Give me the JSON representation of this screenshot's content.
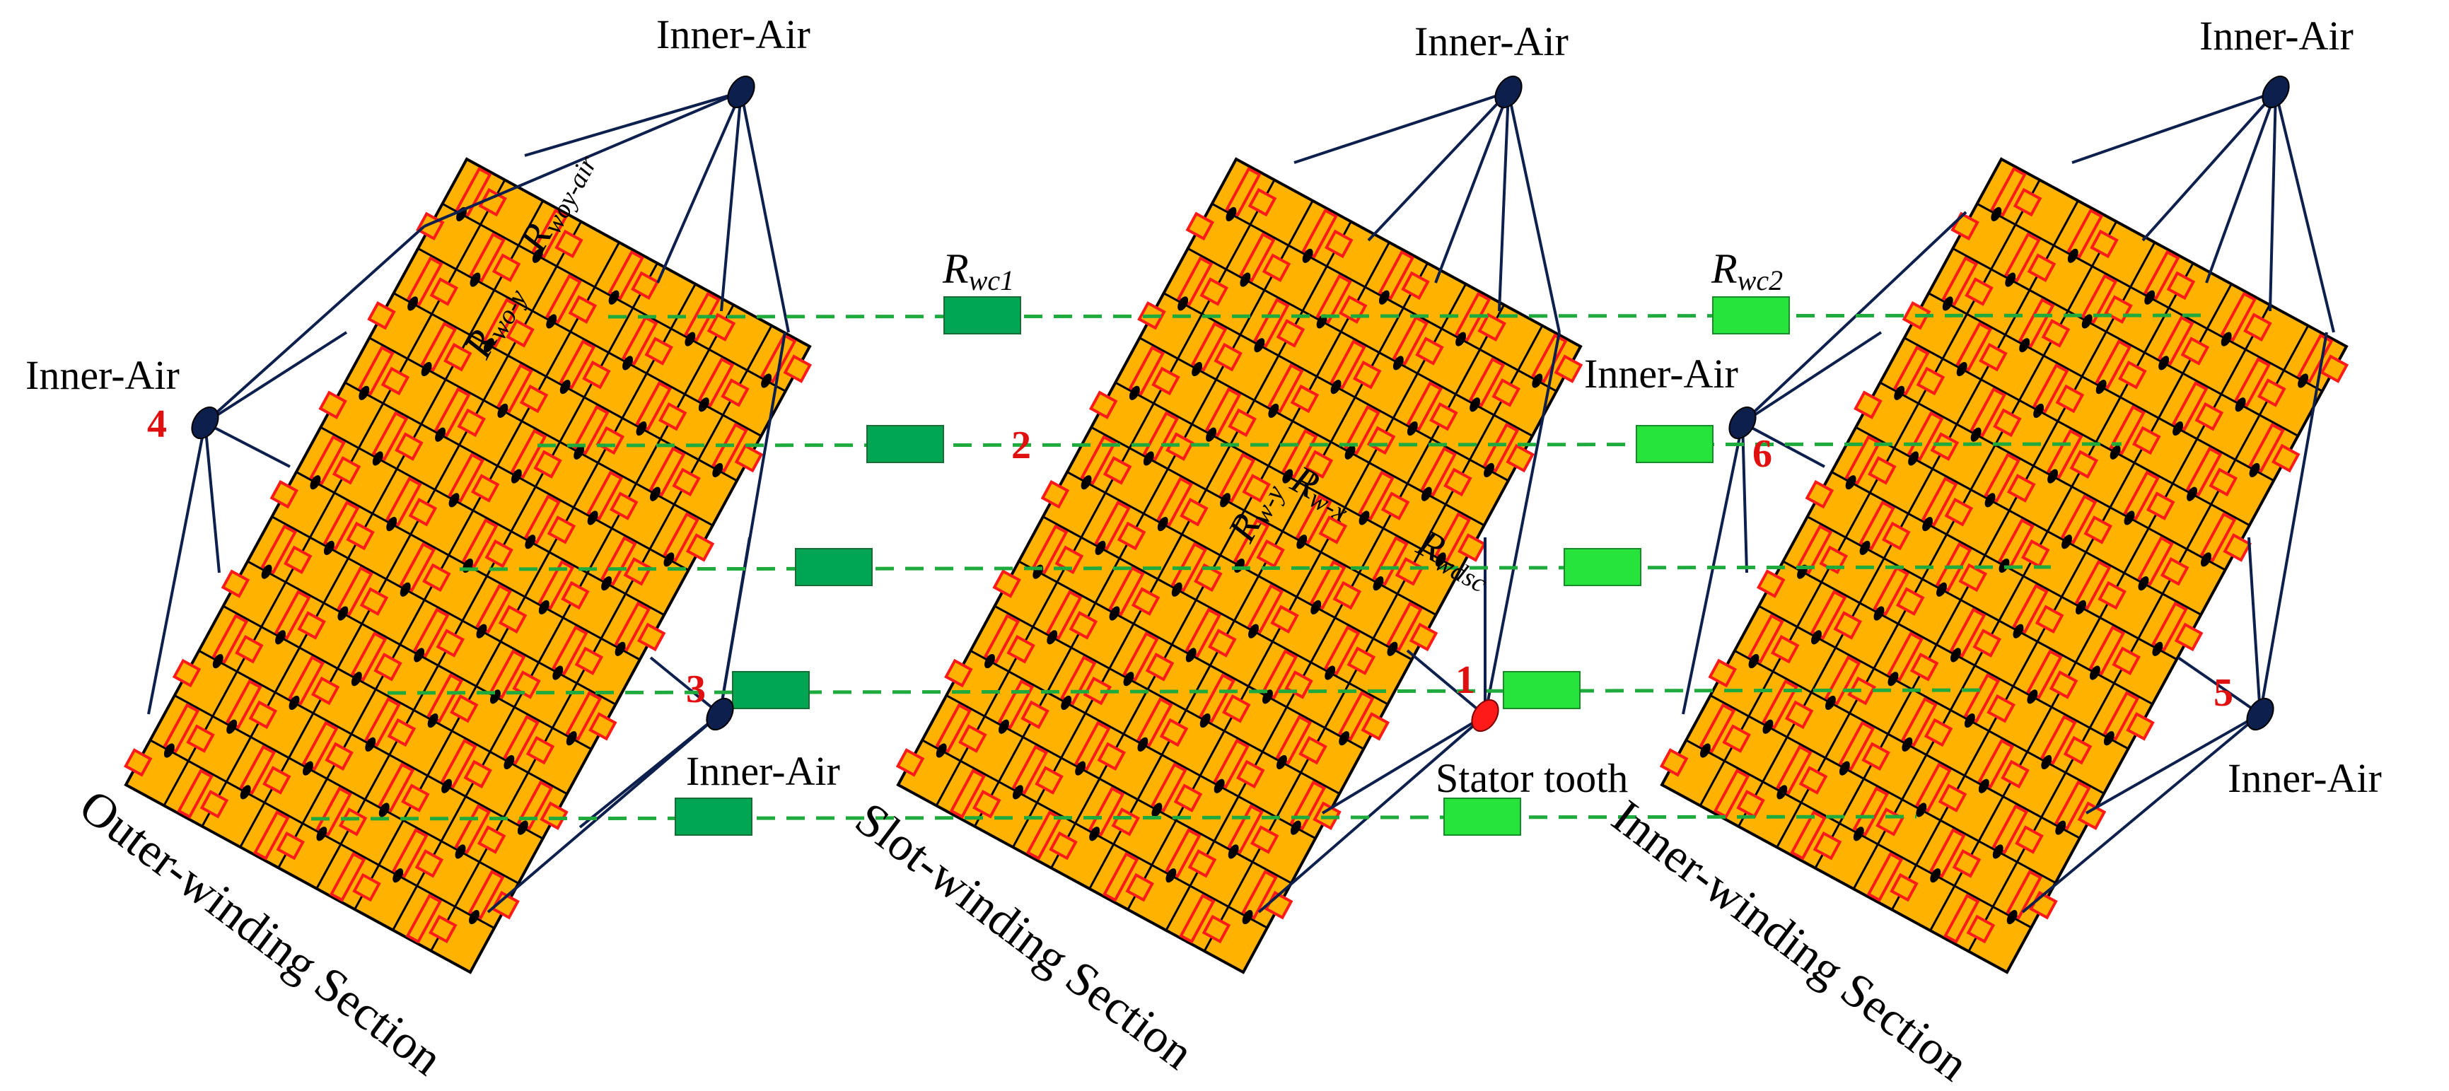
{
  "colors": {
    "panel_fill": "#ffb300",
    "resistor_fill": "#ffb300",
    "resistor_stroke": "#ff1a1a",
    "grid_line": "#000000",
    "node_fill": "#000000",
    "air_node_fill": "#0d1f4d",
    "air_link": "#0d1f4d",
    "stator_node_fill": "#ff1a1a",
    "contact_line": "#1eaa3c",
    "rwc1_fill": "#00a651",
    "rwc2_fill": "#27e43c",
    "number_color": "#e01010"
  },
  "sections": [
    {
      "name": "outer",
      "label": "Outer-winding Section"
    },
    {
      "name": "slot",
      "label": "Slot-winding Section"
    },
    {
      "name": "inner",
      "label": "Inner-winding Section"
    }
  ],
  "nodes": {
    "inner_air_label": "Inner-Air",
    "stator_label": "Stator tooth"
  },
  "resistances": {
    "rwc1": {
      "R": "R",
      "sub": "wc1"
    },
    "rwc2": {
      "R": "R",
      "sub": "wc2"
    },
    "rwo_y": {
      "R": "R",
      "sub": "wo-y"
    },
    "rwoy_air": {
      "R": "R",
      "sub": "woy-air"
    },
    "rw_y": {
      "R": "R",
      "sub": "w-y"
    },
    "rw_x": {
      "R": "R",
      "sub": "w-x"
    },
    "rwdsc": {
      "R": "R",
      "sub": "wdsc"
    }
  },
  "node_numbers": [
    "1",
    "2",
    "3",
    "4",
    "5",
    "6"
  ]
}
